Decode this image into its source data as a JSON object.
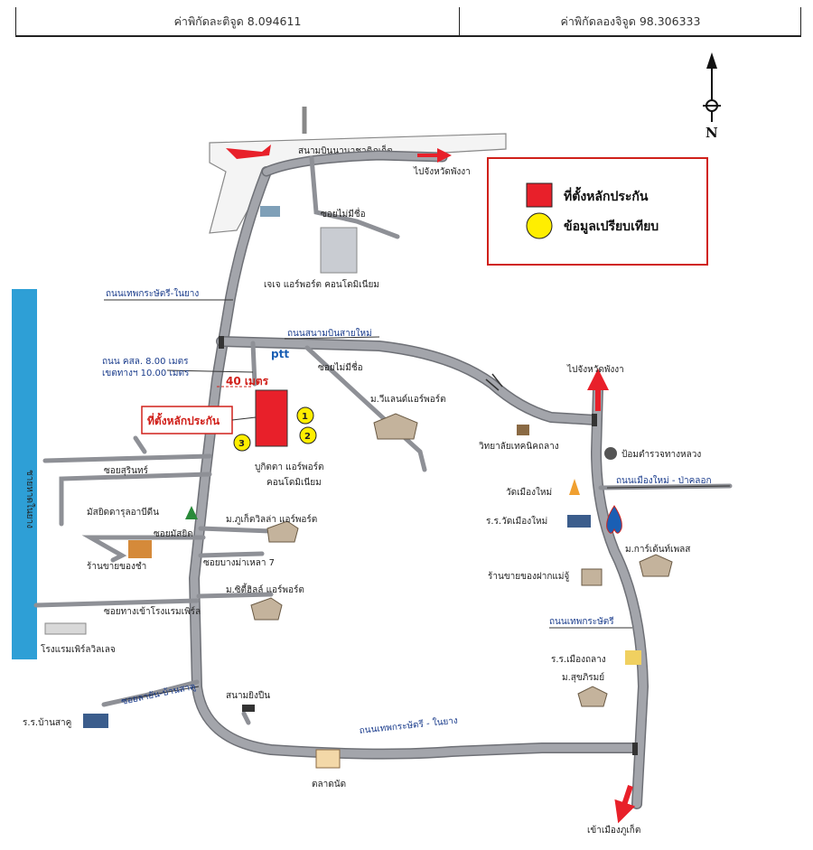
{
  "coordinates": {
    "latitude": "ค่าพิกัดละติจูด 8.094611",
    "longitude": "ค่าพิกัดลองจิจูด 98.306333"
  },
  "compass": {
    "label": "N"
  },
  "legend": {
    "collateral_label": "ที่ตั้งหลักประกัน",
    "comparable_label": "ข้อมูลเปรียบเทียบ",
    "collateral_color": "#e8202a",
    "comparable_color": "#ffee00",
    "border_color": "#d0201a"
  },
  "subject": {
    "callout": "ที่ตั้งหลักประกัน",
    "name_line1": "บูกิตตา แอร์พอร์ต",
    "name_line2": "คอนโดมิเนียม",
    "frontage": "40 เมตร",
    "road_spec1": "ถนน คสล. 8.00 เมตร",
    "road_spec2": "เขตทางฯ 10.00 เมตร"
  },
  "comparables": [
    "1",
    "2",
    "3"
  ],
  "labels": {
    "airport": "สนามบินนานาชาติภูเก็ต",
    "to_phangnga_top": "ไปจังหวัดพังงา",
    "soi_mai_mi_chue_1": "ซอยไม่มีชื่อ",
    "jj_condo": "เจเจ แอร์พอร์ต คอนโดมิเนียม",
    "thepkrasattri_naiyang_top": "ถนนเทพกระษัตรี-ในยาง",
    "new_airport_road": "ถนนสนามบินสายใหม่",
    "soi_mai_mi_chue_2": "ซอยไม่มีชื่อ",
    "to_phangnga_right": "ไปจังหวัดพังงา",
    "village_island": "ม.วีแลนด์แอร์พอร์ต",
    "beach": "ชายหาดในยาง",
    "tech_college": "วิทยาลัยเทคนิคถลาง",
    "police": "ป้อมตำรวจทางหลวง",
    "mueang_mai_road": "ถนนเมืองใหม่ - ป่าคลอก",
    "soi_surin": "ซอยสุรินทร์",
    "wat_mueang_mai": "วัดเมืองใหม่",
    "school_wat_mueang_mai": "ร.ร.วัดเมืองใหม่",
    "mosque": "มัสยิดดารุลอาบีดีน",
    "soi_masjid": "ซอยมัสยิด",
    "grocery": "ร้านขายของชำ",
    "phuket_villa": "ม.ภูเก็ตวิลล่า แอร์พอร์ต",
    "garden_place": "ม.การ์เด้นท์เพลส",
    "soi_bang_ma_rao": "ซอยบางม่าเหลา 7",
    "consignment": "ร้านขายของฝากแม่จู้",
    "city_hills": "ม.ซิตี้ฮิลล์ แอร์พอร์ต",
    "soi_pearl": "ซอยทางเข้าโรงแรมเพิร์ล",
    "pearl_village": "โรงแรมเพิร์ลวิลเลจ",
    "thepkrasattri_right": "ถนนเทพกระษัตรี",
    "school_mueang_thalang": "ร.ร.เมืองถลาง",
    "suk_phirom": "ม.สุขภิรมย์",
    "soi_lai_ban_sakhu": "ซอยลายัน-บ้านสาคู",
    "shooting_range": "สนามยิงปืน",
    "school_ban_sakhu": "ร.ร.บ้านสาคู",
    "thepkrasattri_naiyang_bottom": "ถนนเทพกระษัตรี - ในยาง",
    "market": "ตลาดนัด",
    "to_phuket": "เข้าเมืองภูเก็ต",
    "ptt": "ptt"
  },
  "colors": {
    "road": "#9a9ca2",
    "road_edge": "#6e7076",
    "sea": "#2e9fd6",
    "red": "#e8202a",
    "blue": "#1a3c8c"
  }
}
